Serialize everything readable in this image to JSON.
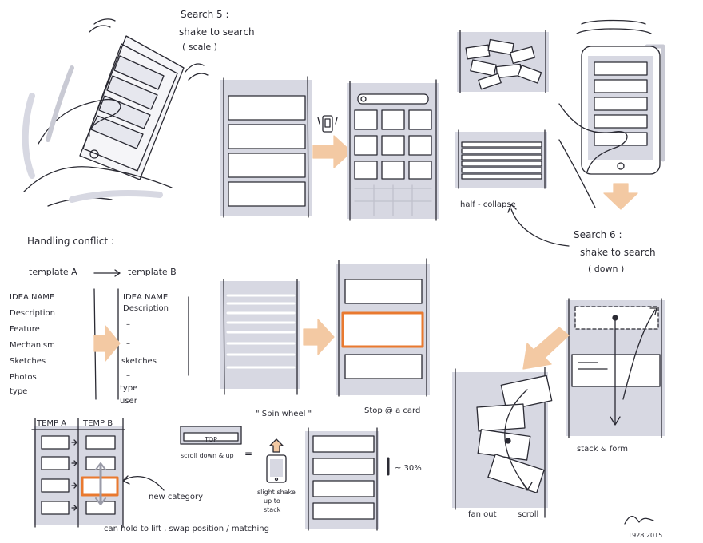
{
  "colors": {
    "ink": "#2a2a33",
    "gray": "#d7d8e2",
    "orange": "#e9792f",
    "peach": "#f3c9a3"
  },
  "search5": {
    "title": "Search 5 :",
    "line1": "shake to search",
    "line2": "( scale )"
  },
  "search6": {
    "title": "Search 6 :",
    "line1": "shake to search",
    "line2": "( down )"
  },
  "half_collapse": "half - collapse",
  "handling": {
    "title": "Handling conflict :",
    "template_a": "template A",
    "template_b": "template B",
    "list_a": [
      "IDEA NAME",
      "Description",
      "Feature",
      "Mechanism",
      "Sketches",
      "Photos",
      "type"
    ],
    "list_b": [
      "IDEA NAME",
      "Description",
      "–",
      "–",
      "sketches",
      "–",
      "type",
      "user"
    ]
  },
  "table": {
    "col_a": "TEMP A",
    "col_b": "TEMP B"
  },
  "notes": {
    "new_category": "new category",
    "hold_swap": "can hold to lift , swap position / matching",
    "spin_wheel": "\" Spin wheel \"",
    "stop_card": "Stop @ a card",
    "scroll_down_up": "scroll down & up",
    "slight_shake": [
      "slight shake",
      "up to",
      "stack"
    ],
    "thirty": "~ 30%",
    "top": "TOP",
    "fan_out": "fan out",
    "scroll": "scroll",
    "stack_form": "stack & form",
    "equals": "="
  },
  "signature": {
    "date": "1928.2015"
  }
}
